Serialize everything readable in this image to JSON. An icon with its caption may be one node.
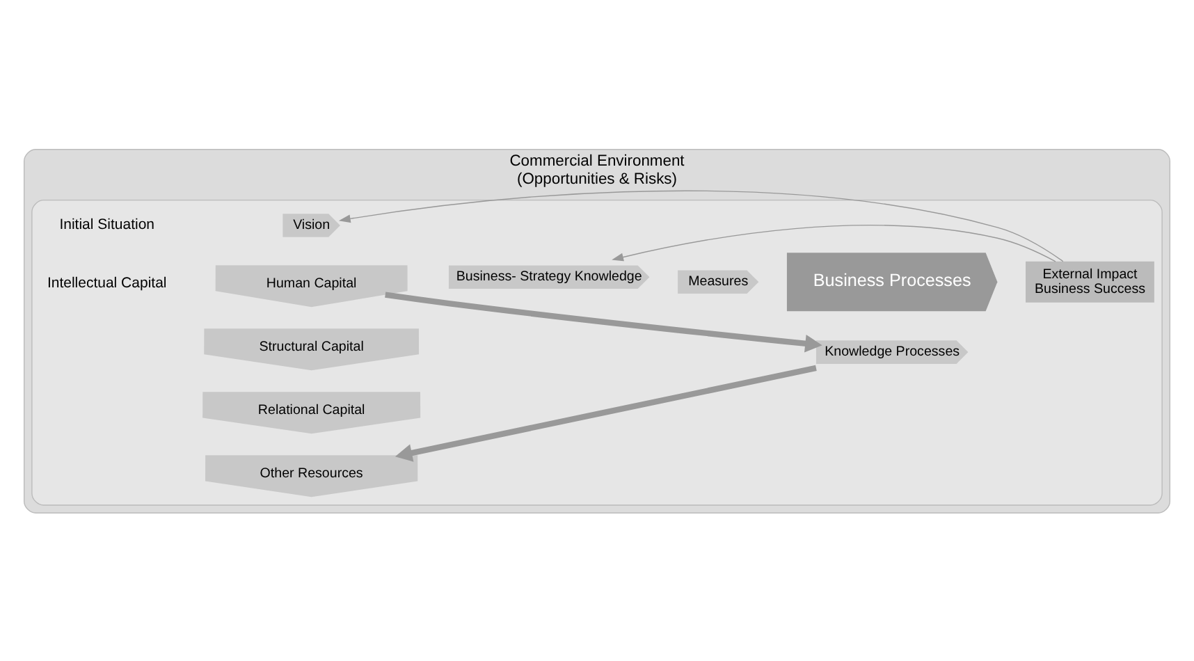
{
  "diagram": {
    "nodes": [
      {
        "text": [
          "Commercial Environment",
          "(Opportunities & Risks)"
        ]
      },
      {
        "text": [],
        "shape": "box",
        "in": 0
      },
      {
        "text": [
          "Vision"
        ],
        "in": 1
      },
      {
        "text": [
          "Business- Strategy Knowledge"
        ],
        "in": 1
      },
      {
        "text": [
          "Measures"
        ],
        "in": 1
      },
      {
        "text": [
          "Human Capital"
        ],
        "in": 1
      },
      {
        "text": [
          "Structural Capital"
        ],
        "in": 1
      },
      {
        "text": [
          "Relational Capital"
        ],
        "in": 1
      },
      {
        "text": [
          "Other Resources"
        ],
        "in": 1
      },
      {
        "text": [
          "Business Processes"
        ],
        "in": 1
      },
      {
        "text": [
          "Knowledge Processes"
        ],
        "in": 1
      },
      {
        "text": [
          "External Impact",
          "Business Success"
        ],
        "in": 1
      }
    ],
    "edges": [
      {
        "from": 5,
        "to": 10,
        "arrow": "to",
        "style": "thick"
      },
      {
        "from": 10,
        "to": 8,
        "arrow": "to",
        "style": "thick"
      },
      {
        "from": 11,
        "to": 2,
        "arrow": "to"
      },
      {
        "from": 11,
        "to": 3,
        "arrow": "to"
      }
    ],
    "labels": [
      "Initial Situation",
      "Intellectual Capital"
    ]
  }
}
